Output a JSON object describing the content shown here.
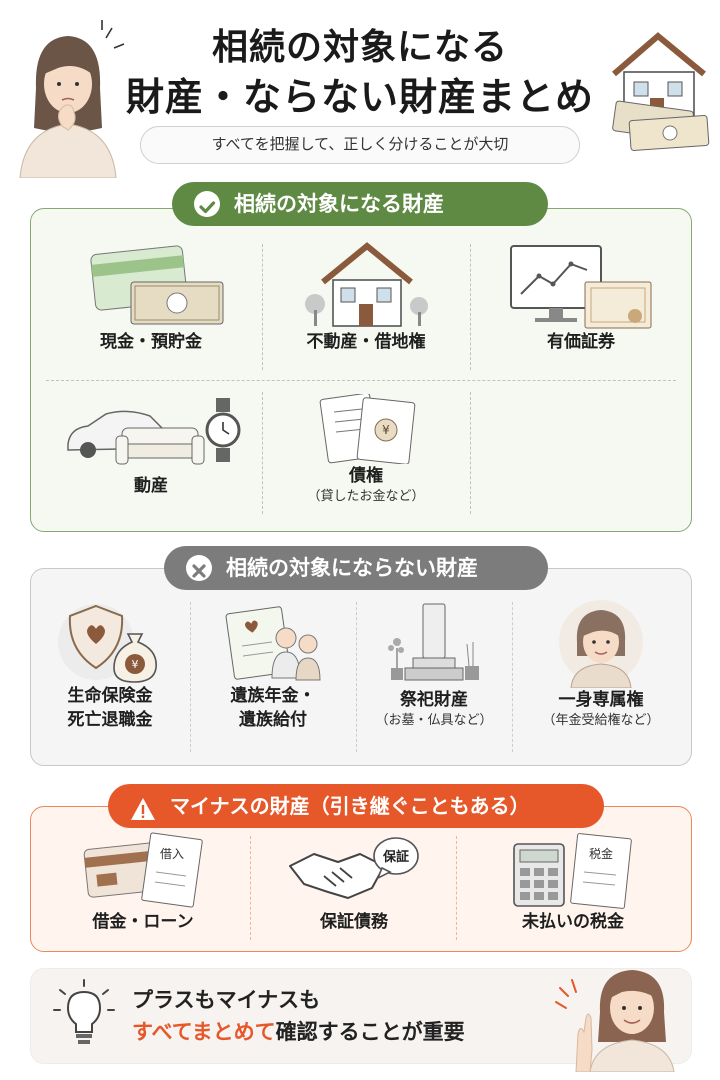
{
  "header": {
    "title_line1": "相続の対象になる",
    "title_line2": "財産・ならない財産まとめ",
    "subtitle": "すべてを把握して、正しく分けることが大切"
  },
  "taxable": {
    "heading": "相続の対象になる財産",
    "items": [
      {
        "label": "現金・預貯金",
        "icon": "cash-card-icon"
      },
      {
        "label": "不動産・借地権",
        "icon": "house-icon"
      },
      {
        "label": "有価証券",
        "icon": "stock-chart-icon"
      },
      {
        "label": "動産",
        "icon": "car-sofa-watch-icon"
      },
      {
        "label": "債権",
        "sub": "（貸したお金など）",
        "icon": "yen-document-icon"
      }
    ]
  },
  "non_taxable": {
    "heading": "相続の対象にならない財産",
    "items": [
      {
        "label1": "生命保険金",
        "label2": "死亡退職金",
        "icon": "insurance-moneybag-icon"
      },
      {
        "label1": "遺族年金・",
        "label2": "遺族給付",
        "icon": "family-pension-icon"
      },
      {
        "label1": "祭祀財産",
        "sub": "（お墓・仏具など）",
        "icon": "grave-icon"
      },
      {
        "label1": "一身専属権",
        "sub": "（年金受給権など）",
        "icon": "person-icon"
      }
    ]
  },
  "minus": {
    "heading": "マイナスの財産（引き継ぐこともある）",
    "items": [
      {
        "label": "借金・ローン",
        "icon": "loan-card-icon",
        "doc_text": "借入"
      },
      {
        "label": "保証債務",
        "icon": "handshake-icon",
        "bubble_text": "保証"
      },
      {
        "label": "未払いの税金",
        "icon": "calculator-tax-icon",
        "doc_text": "税金"
      }
    ]
  },
  "footer": {
    "line1": "プラスもマイナスも",
    "highlight": "すべてまとめて",
    "line2_rest": "確認することが重要"
  },
  "colors": {
    "green": "#5f8a43",
    "gray": "#7c7c7c",
    "orange": "#e6582a"
  }
}
